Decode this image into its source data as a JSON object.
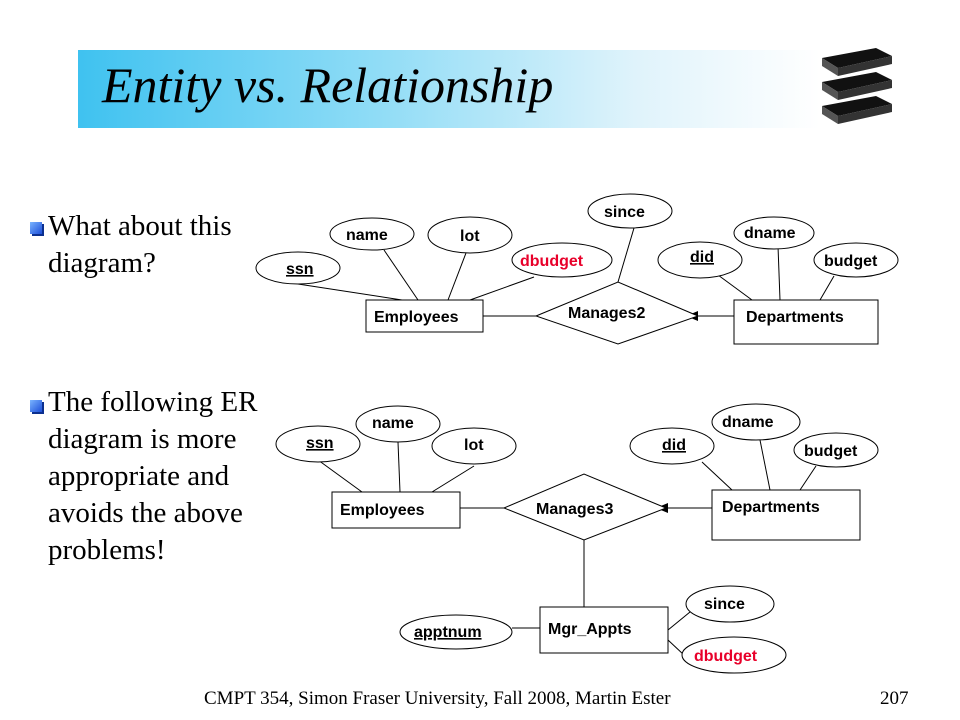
{
  "slide": {
    "title": "Entity vs. Relationship",
    "bullets": [
      "What about this diagram?",
      "The following ER diagram is more appropriate and avoids the above problems!"
    ],
    "footer": "CMPT 354, Simon Fraser University, Fall 2008, Martin Ester",
    "page_number": "207"
  },
  "diagram1": {
    "entities": {
      "employees": "Employees",
      "departments": "Departments"
    },
    "relationship": "Manages2",
    "attributes": {
      "ssn": "ssn",
      "name": "name",
      "lot": "lot",
      "dbudget": "dbudget",
      "since": "since",
      "did": "did",
      "dname": "dname",
      "budget": "budget"
    }
  },
  "diagram2": {
    "entities": {
      "employees": "Employees",
      "departments": "Departments",
      "mgr_appts": "Mgr_Appts"
    },
    "relationship": "Manages3",
    "attributes": {
      "ssn": "ssn",
      "name": "name",
      "lot": "lot",
      "did": "did",
      "dname": "dname",
      "budget": "budget",
      "apptnum": "apptnum",
      "since": "since",
      "dbudget": "dbudget"
    }
  },
  "colors": {
    "highlight": "#e8002a",
    "bullet": "#1d4fd8",
    "title_band": "#3fc2f0"
  }
}
